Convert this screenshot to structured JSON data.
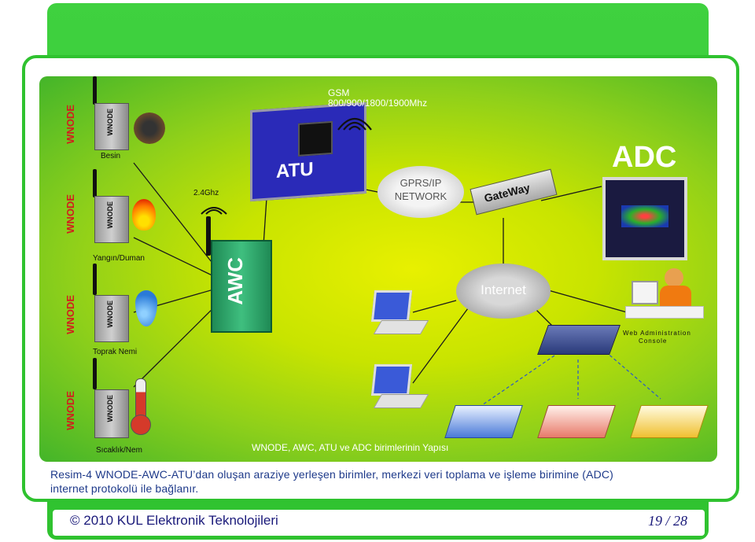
{
  "diagram": {
    "gsm_label": "GSM",
    "gsm_freq": "800/900/1800/1900Mhz",
    "atu_label": "ATU",
    "awc_label": "AWC",
    "adc_label": "ADC",
    "gprs_label_1": "GPRS/IP",
    "gprs_label_2": "NETWORK",
    "gateway_label": "GateWay",
    "internet_label": "Internet",
    "freq_24": "2.4Ghz",
    "web_admin_1": "Web Administration",
    "web_admin_2": "Console",
    "title": "WNODE, AWC, ATU ve ADC birimlerinin Yapısı",
    "nodes": [
      {
        "side_label": "WNODE",
        "device_label": "WNODE",
        "caption": "Besin"
      },
      {
        "side_label": "WNODE",
        "device_label": "WNODE",
        "caption": "Yangın/Duman"
      },
      {
        "side_label": "WNODE",
        "device_label": "WNODE",
        "caption": "Toprak Nemi"
      },
      {
        "side_label": "WNODE",
        "device_label": "WNODE",
        "caption": "Sıcaklık/Nem"
      }
    ]
  },
  "caption": {
    "line1": "Resim-4 WNODE-AWC-ATU’dan oluşan araziye yerleşen birimler, merkezi veri toplama ve işleme birimine (ADC)",
    "line2": "internet protokolü ile bağlanır."
  },
  "footer": {
    "copyright": "© 2010 KUL Elektronik Teknolojileri",
    "page": "19 / 28"
  },
  "colors": {
    "frame_green": "#2fc22f",
    "label_red": "#d21d1d",
    "text_blue": "#1e3a8a"
  }
}
